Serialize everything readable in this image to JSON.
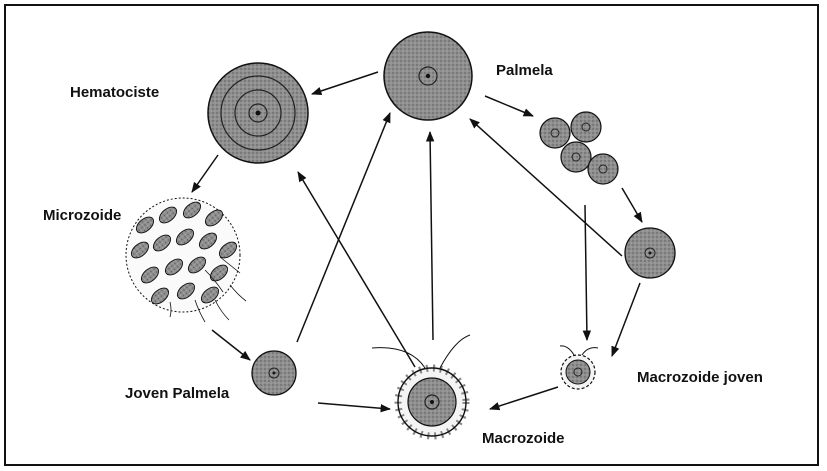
{
  "labels": {
    "hematociste": "Hematociste",
    "palmela": "Palmela",
    "microzoide": "Microzoide",
    "joven_palmela": "Joven Palmela",
    "macrozoide": "Macrozoide",
    "macrozoide_joven": "Macrozoide joven"
  },
  "colors": {
    "cell_fill": "#8d8d8d",
    "ink": "#111111",
    "background": "#ffffff",
    "wall_fill": "#f4f4f4"
  }
}
